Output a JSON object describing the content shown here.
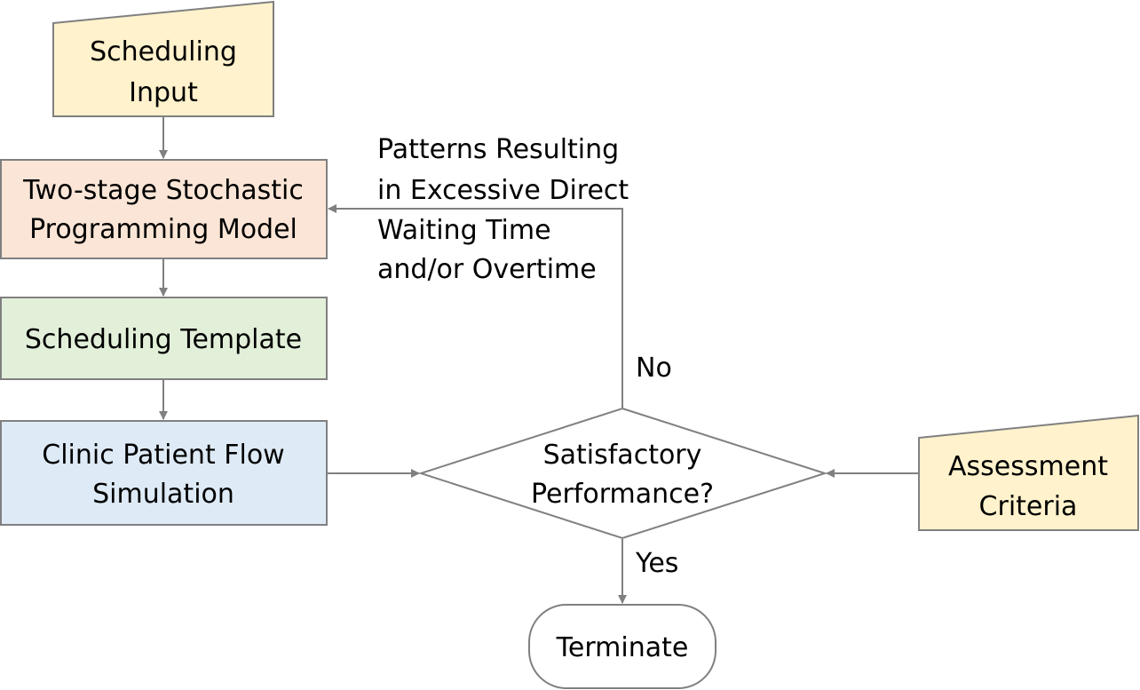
{
  "colors": {
    "input_fill": "#FFF2CC",
    "model_fill": "#FBE5D6",
    "template_fill": "#E2F0D9",
    "simulation_fill": "#DEEBF7",
    "outline": "#808080",
    "arrow": "#808080",
    "text": "#000000"
  },
  "nodes": {
    "scheduling_input": {
      "line1": "Scheduling",
      "line2": "Input"
    },
    "stochastic_model": {
      "line1": "Two-stage Stochastic",
      "line2": "Programming Model"
    },
    "scheduling_template": {
      "line1": "Scheduling Template"
    },
    "patient_flow_simulation": {
      "line1": "Clinic Patient Flow",
      "line2": "Simulation"
    },
    "decision": {
      "line1": "Satisfactory",
      "line2": "Performance?"
    },
    "assessment_criteria": {
      "line1": "Assessment",
      "line2": "Criteria"
    },
    "terminate": {
      "line1": "Terminate"
    }
  },
  "edges": {
    "no_label": "No",
    "yes_label": "Yes",
    "feedback_label": {
      "line1": "Patterns Resulting",
      "line2": "in Excessive Direct",
      "line3": "Waiting Time",
      "line4": "and/or Overtime"
    }
  }
}
